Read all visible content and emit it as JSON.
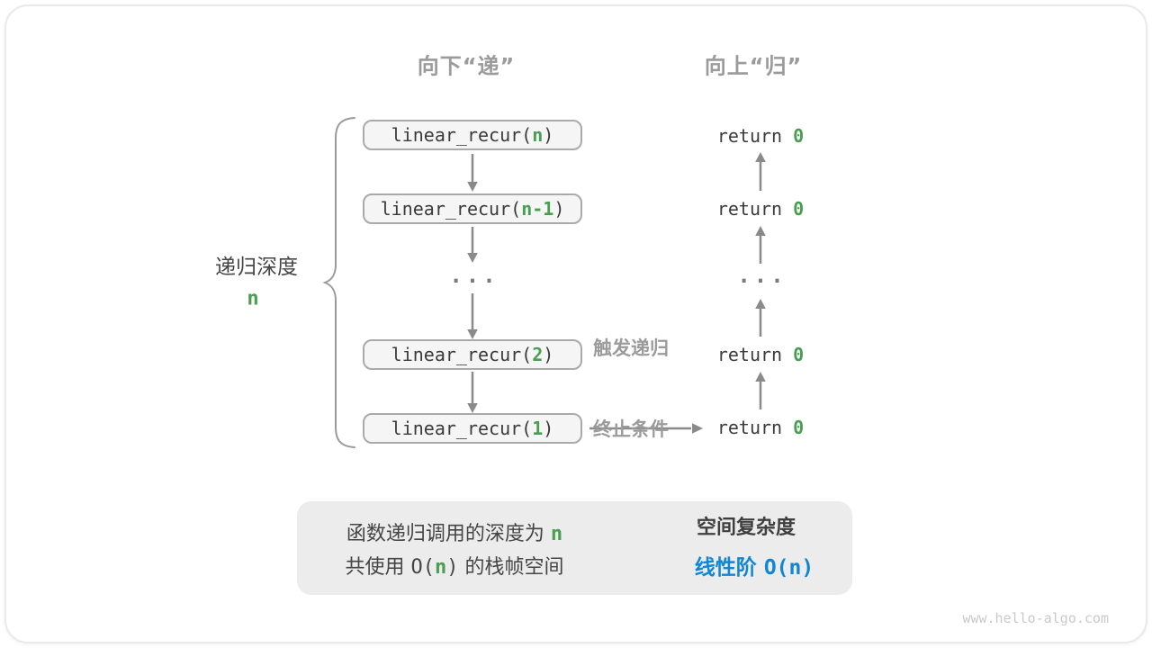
{
  "header": {
    "down_label": "向下“递”",
    "up_label": "向上“归”"
  },
  "depth": {
    "label": "递归深度",
    "value": "n"
  },
  "calls": [
    {
      "prefix": "linear_recur(",
      "arg": "n",
      "suffix": ")"
    },
    {
      "prefix": "linear_recur(",
      "arg": "n-1",
      "suffix": ")"
    },
    {
      "prefix": "linear_recur(",
      "arg": "2",
      "suffix": ")"
    },
    {
      "prefix": "linear_recur(",
      "arg": "1",
      "suffix": ")"
    }
  ],
  "calls_ellipsis": "...",
  "returns": [
    {
      "prefix": "return ",
      "value": "0"
    },
    {
      "prefix": "return ",
      "value": "0"
    },
    {
      "prefix": "return ",
      "value": "0"
    },
    {
      "prefix": "return ",
      "value": "0"
    }
  ],
  "returns_ellipsis": "...",
  "trigger_note": {
    "line1": "触发递归",
    "line2": "终止条件"
  },
  "summary": {
    "line1_text": "函数递归调用的深度为 ",
    "line1_value": "n",
    "line2_pre": "共使用 ",
    "line2_o": "O(",
    "line2_n": "n",
    "line2_close": ")",
    "line2_post": " 的栈帧空间",
    "title": "空间复杂度",
    "result_prefix": "线性阶 ",
    "result_value": "O(n)"
  },
  "watermark": "www.hello-algo.com",
  "colors": {
    "green": "#4a9e52",
    "blue": "#1187d3",
    "gray-text": "#9b9b9b",
    "dark-text": "#454545",
    "code-text": "#3b3b3b",
    "arrow": "#8a8a8a",
    "box-bg": "#f5f5f5",
    "box-border": "#aaaaaa",
    "summary-bg": "#ececec",
    "dots": "#7a7a7a",
    "brace": "#9a9a9a",
    "block-arrow": "#c7c7c7",
    "watermark": "#c9c9c9",
    "card-border": "#e9e9e9"
  }
}
